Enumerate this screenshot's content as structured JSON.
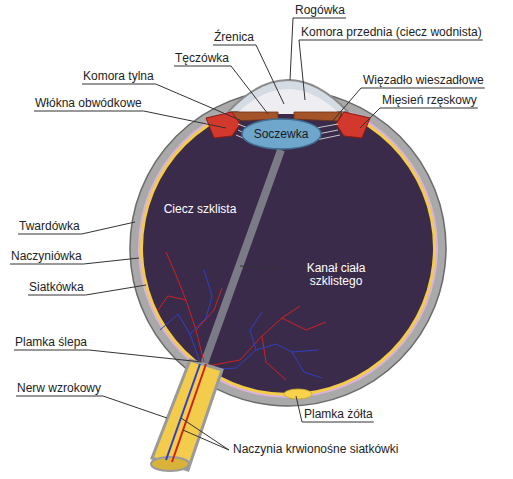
{
  "diagram": {
    "nodes": [
      {
        "text": [
          "Soczewka"
        ]
      }
    ],
    "labels": [
      "Rogówka",
      "Źrenica",
      "Komora przednia (ciecz wodnista)",
      "Tęczówka",
      "Komora tylna",
      "Więzadło wieszadłowe",
      "Włókna obwódkowe",
      "Mięsień rzęskowy",
      "Ciecz szklista",
      "Kanał ciała szklistego",
      "Twardówka",
      "Naczyniówka",
      "Siatkówka",
      "Plamka ślepa",
      "Nerw wzrokowy",
      "Plamka żółta",
      "Naczynia krwionośne siatkówki"
    ]
  }
}
